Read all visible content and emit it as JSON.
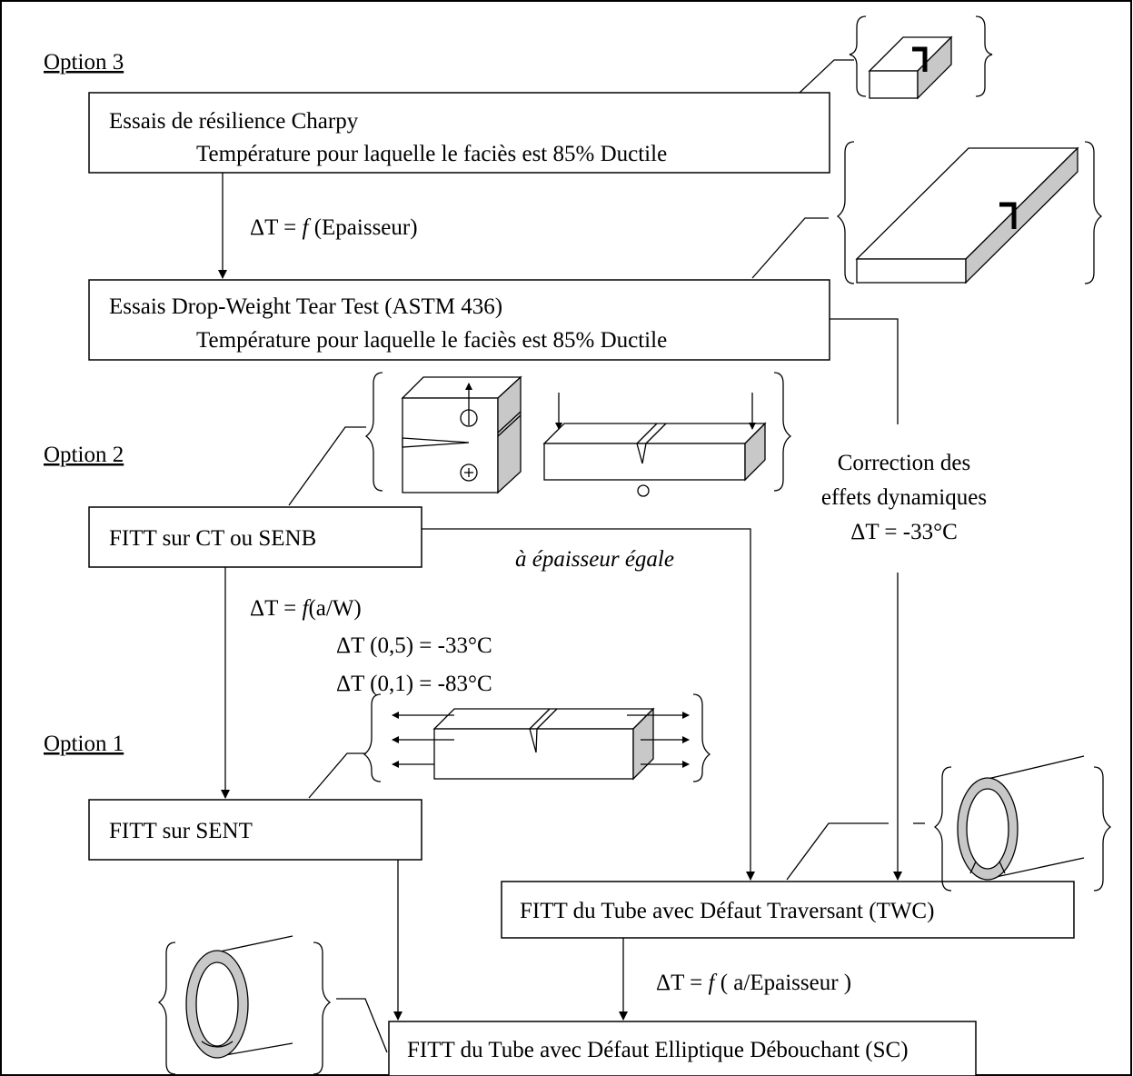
{
  "options": {
    "option3": "Option 3",
    "option2": "Option 2",
    "option1": "Option 1"
  },
  "boxes": {
    "charpy_line1": "Essais de résilience Charpy",
    "charpy_line2": "Température pour laquelle le faciès est 85% Ductile",
    "dwtt_line1": "Essais Drop-Weight Tear Test (ASTM 436)",
    "dwtt_line2": "Température pour laquelle le faciès est 85% Ductile",
    "fitt_ct": "FITT sur CT ou SENB",
    "fitt_sent": "FITT sur SENT",
    "fitt_twc": "FITT du Tube avec Défaut Traversant (TWC)",
    "fitt_sc": "FITT du Tube avec Défaut Elliptique Débouchant (SC)"
  },
  "labels": {
    "dt_epaisseur_pre": "ΔT = ",
    "dt_epaisseur_f": "f",
    "dt_epaisseur_post": " (Epaisseur)",
    "correction_1": "Correction des",
    "correction_2": "effets dynamiques",
    "correction_3": "ΔT = -33°C",
    "epaisseur_egale": "à épaisseur égale",
    "dt_aw_pre": "ΔT = ",
    "dt_aw_f": "f",
    "dt_aw_post": "(a/W)",
    "dt_05": "ΔT (0,5) = -33°C",
    "dt_01": "ΔT (0,1) = -83°C",
    "dt_aep_pre": "ΔT = ",
    "dt_aep_f": "f",
    "dt_aep_post": " ( a/Epaisseur )"
  },
  "colors": {
    "line": "#000000",
    "specimen_shade": "#c8c8c8",
    "background": "#ffffff"
  }
}
